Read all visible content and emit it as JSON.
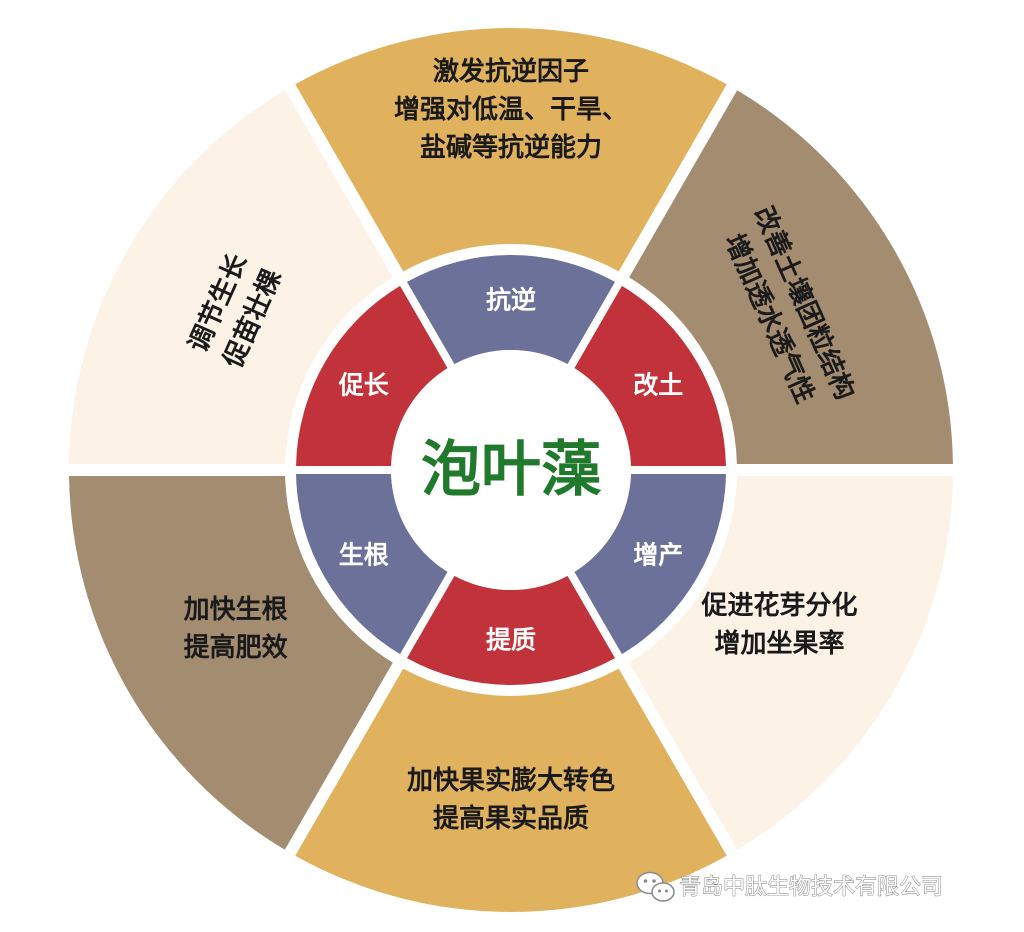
{
  "center": {
    "label": "泡叶藻"
  },
  "inner_ring": [
    {
      "label": "抗逆",
      "color": "#6b7199"
    },
    {
      "label": "改土",
      "color": "#c1323a"
    },
    {
      "label": "增产",
      "color": "#6b7199"
    },
    {
      "label": "提质",
      "color": "#c1323a"
    },
    {
      "label": "生根",
      "color": "#6b7199"
    },
    {
      "label": "促长",
      "color": "#c1323a"
    }
  ],
  "outer_ring": [
    {
      "lines": [
        "激发抗逆因子",
        "增强对低温、干旱、",
        "盐碱等抗逆能力"
      ],
      "color": "#e0b25e"
    },
    {
      "lines": [
        "改善土壤团粒结构",
        "增加透水透气性"
      ],
      "color": "#a38c70"
    },
    {
      "lines": [
        "促进花芽分化",
        "增加坐果率"
      ],
      "color": "#fcf2e6"
    },
    {
      "lines": [
        "加快果实膨大转色",
        "提高果实品质"
      ],
      "color": "#e0b25e"
    },
    {
      "lines": [
        "加快生根",
        "提高肥效"
      ],
      "color": "#a38c70"
    },
    {
      "lines": [
        "调节生长",
        "促苗壮棵"
      ],
      "color": "#fcf2e6"
    }
  ],
  "watermark": {
    "text": "青岛中肽生物技术有限公司",
    "icon": "wechat-icon"
  }
}
